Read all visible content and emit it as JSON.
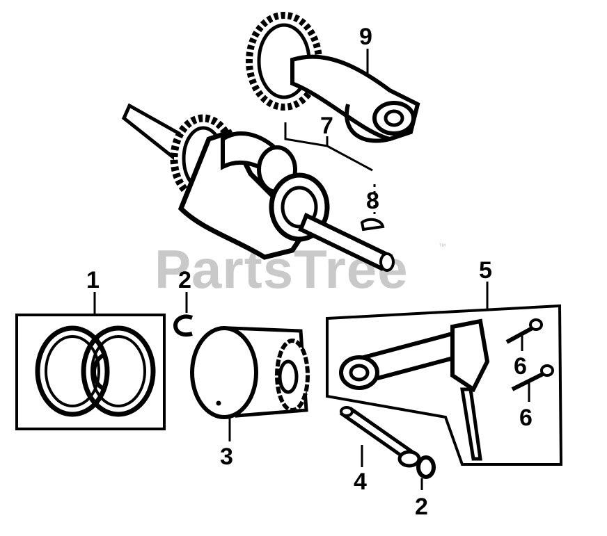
{
  "watermark": {
    "text": "PartsTree",
    "tm": "™"
  },
  "callouts": {
    "c1": "1",
    "c2a": "2",
    "c2b": "2",
    "c3": "3",
    "c4": "4",
    "c5": "5",
    "c6a": "6",
    "c6b": "6",
    "c7": "7",
    "c8": "8",
    "c9": "9"
  },
  "colors": {
    "ink": "#000000",
    "paper": "#ffffff",
    "watermark": "#c9c9c9"
  }
}
